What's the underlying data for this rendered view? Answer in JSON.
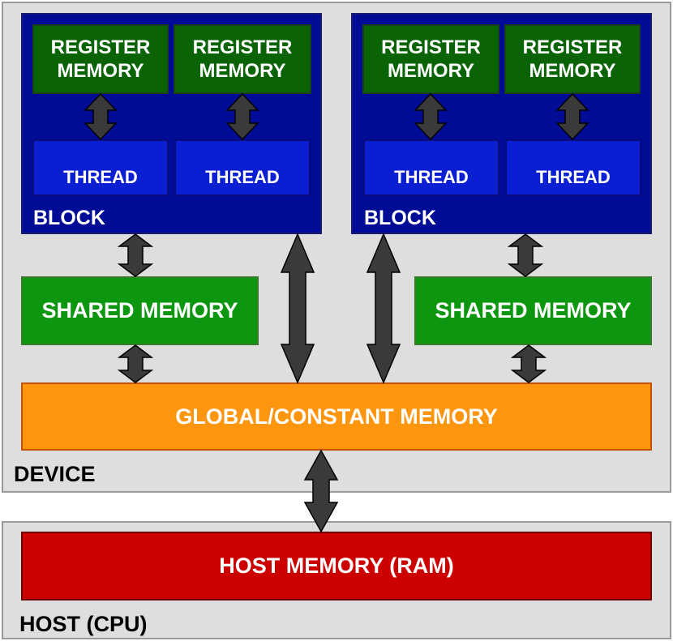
{
  "device": {
    "label": "DEVICE"
  },
  "host": {
    "label": "HOST (CPU)",
    "memory_label": "HOST MEMORY (RAM)"
  },
  "blocks": [
    {
      "label": "BLOCK",
      "register_memory": [
        "REGISTER\nMEMORY",
        "REGISTER\nMEMORY"
      ],
      "threads": [
        "THREAD",
        "THREAD"
      ]
    },
    {
      "label": "BLOCK",
      "register_memory": [
        "REGISTER\nMEMORY",
        "REGISTER\nMEMORY"
      ],
      "threads": [
        "THREAD",
        "THREAD"
      ]
    }
  ],
  "shared_memory": [
    "SHARED MEMORY",
    "SHARED MEMORY"
  ],
  "global_memory": {
    "label": "GLOBAL/CONSTANT MEMORY"
  },
  "colors": {
    "region": "#dedede",
    "block": "#000c96",
    "register": "#0a6406",
    "thread": "#0a1ed2",
    "shared": "#0d9710",
    "global": "#fd960e",
    "host_memory": "#cd0000",
    "arrow": "#3a3a3a"
  }
}
